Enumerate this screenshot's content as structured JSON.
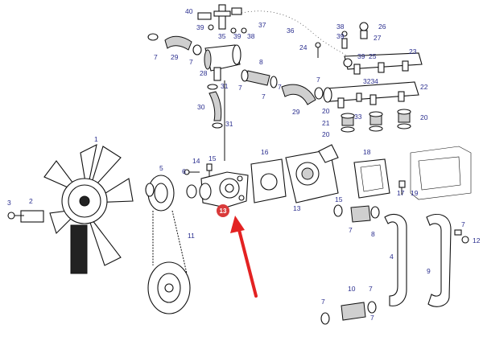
{
  "diagram": {
    "callouts": [
      {
        "id": "c40",
        "text": "40"
      },
      {
        "id": "c39a",
        "text": "39"
      },
      {
        "id": "c35",
        "text": "35"
      },
      {
        "id": "c39b",
        "text": "39"
      },
      {
        "id": "c38a",
        "text": "38"
      },
      {
        "id": "c37",
        "text": "37"
      },
      {
        "id": "c36",
        "text": "36"
      },
      {
        "id": "c38b",
        "text": "38"
      },
      {
        "id": "c26",
        "text": "26"
      },
      {
        "id": "c39c",
        "text": "39"
      },
      {
        "id": "c27",
        "text": "27"
      },
      {
        "id": "c24",
        "text": "24"
      },
      {
        "id": "c39d",
        "text": "39"
      },
      {
        "id": "c25",
        "text": "25"
      },
      {
        "id": "c23",
        "text": "23"
      },
      {
        "id": "c7a",
        "text": "7"
      },
      {
        "id": "c29a",
        "text": "29"
      },
      {
        "id": "c7b",
        "text": "7"
      },
      {
        "id": "c8a",
        "text": "8"
      },
      {
        "id": "c28",
        "text": "28"
      },
      {
        "id": "c31a",
        "text": "31"
      },
      {
        "id": "c7c",
        "text": "7"
      },
      {
        "id": "c7d",
        "text": "7"
      },
      {
        "id": "c7e",
        "text": "7"
      },
      {
        "id": "c29b",
        "text": "29"
      },
      {
        "id": "c7f",
        "text": "7"
      },
      {
        "id": "c3234",
        "text": "3234"
      },
      {
        "id": "c22",
        "text": "22"
      },
      {
        "id": "c30",
        "text": "30"
      },
      {
        "id": "c31b",
        "text": "31"
      },
      {
        "id": "c20a",
        "text": "20"
      },
      {
        "id": "c33",
        "text": "33"
      },
      {
        "id": "c20b",
        "text": "20"
      },
      {
        "id": "c21",
        "text": "21"
      },
      {
        "id": "c20c",
        "text": "20"
      },
      {
        "id": "c1",
        "text": "1"
      },
      {
        "id": "c14",
        "text": "14"
      },
      {
        "id": "c15a",
        "text": "15"
      },
      {
        "id": "c16",
        "text": "16"
      },
      {
        "id": "c18",
        "text": "18"
      },
      {
        "id": "c5",
        "text": "5"
      },
      {
        "id": "c6",
        "text": "6"
      },
      {
        "id": "c3",
        "text": "3"
      },
      {
        "id": "c2",
        "text": "2"
      },
      {
        "id": "c13",
        "text": "13"
      },
      {
        "id": "c17",
        "text": "17"
      },
      {
        "id": "c19",
        "text": "19"
      },
      {
        "id": "c15b",
        "text": "15"
      },
      {
        "id": "c7g",
        "text": "7"
      },
      {
        "id": "c8b",
        "text": "8"
      },
      {
        "id": "c7h",
        "text": "7"
      },
      {
        "id": "c12",
        "text": "12"
      },
      {
        "id": "c11",
        "text": "11"
      },
      {
        "id": "c4",
        "text": "4"
      },
      {
        "id": "c9",
        "text": "9"
      },
      {
        "id": "c10",
        "text": "10"
      },
      {
        "id": "c7i",
        "text": "7"
      },
      {
        "id": "c7j",
        "text": "7"
      },
      {
        "id": "c7k",
        "text": "7"
      },
      {
        "id": "c7l",
        "text": "7"
      }
    ],
    "highlight": {
      "text": "13",
      "color": "#d93a3a"
    },
    "arrow_color": "#e32222",
    "ink_color": "#111111",
    "label_color": "#2b2f8f"
  }
}
